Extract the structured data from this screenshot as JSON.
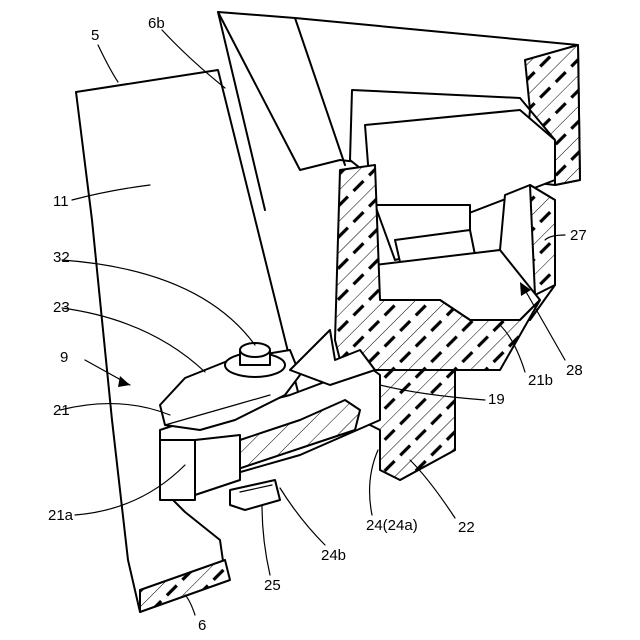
{
  "labels": {
    "l5": "5",
    "l6b": "6b",
    "l11": "11",
    "l32": "32",
    "l23": "23",
    "l9": "9",
    "l21": "21",
    "l21a": "21a",
    "l25": "25",
    "l6": "6",
    "l24b": "24b",
    "l24": "24(24a)",
    "l22": "22",
    "l19": "19",
    "l21b": "21b",
    "l28": "28",
    "l27": "27"
  }
}
